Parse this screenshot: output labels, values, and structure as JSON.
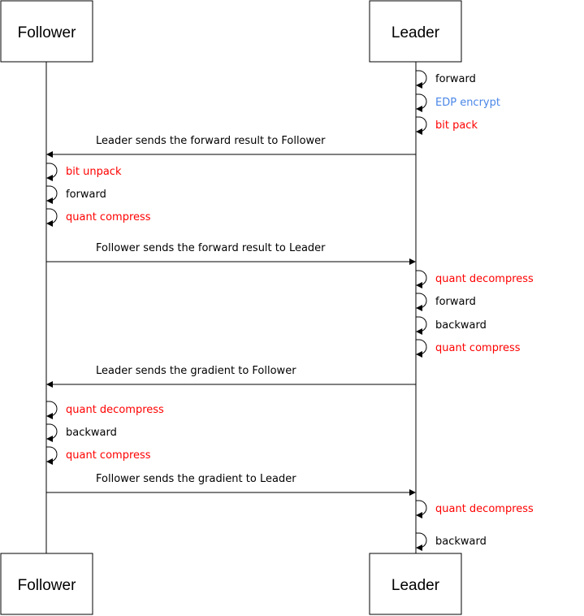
{
  "actors": {
    "follower": "Follower",
    "leader": "Leader"
  },
  "colors": {
    "black": "#000000",
    "red": "#ff0000",
    "blue": "#4a86e8"
  },
  "steps": [
    {
      "kind": "self",
      "actor": "leader",
      "label": "forward",
      "color": "black"
    },
    {
      "kind": "self",
      "actor": "leader",
      "label": "EDP encrypt",
      "color": "blue"
    },
    {
      "kind": "self",
      "actor": "leader",
      "label": "bit pack",
      "color": "red"
    },
    {
      "kind": "msg",
      "from": "leader",
      "to": "follower",
      "label": "Leader sends the forward result to Follower"
    },
    {
      "kind": "self",
      "actor": "follower",
      "label": "bit unpack",
      "color": "red"
    },
    {
      "kind": "self",
      "actor": "follower",
      "label": "forward",
      "color": "black"
    },
    {
      "kind": "self",
      "actor": "follower",
      "label": "quant compress",
      "color": "red"
    },
    {
      "kind": "msg",
      "from": "follower",
      "to": "leader",
      "label": "Follower sends the forward result to Leader"
    },
    {
      "kind": "self",
      "actor": "leader",
      "label": "quant decompress",
      "color": "red"
    },
    {
      "kind": "self",
      "actor": "leader",
      "label": "forward",
      "color": "black"
    },
    {
      "kind": "self",
      "actor": "leader",
      "label": "backward",
      "color": "black"
    },
    {
      "kind": "self",
      "actor": "leader",
      "label": "quant compress",
      "color": "red"
    },
    {
      "kind": "msg",
      "from": "leader",
      "to": "follower",
      "label": "Leader sends the gradient to Follower"
    },
    {
      "kind": "self",
      "actor": "follower",
      "label": "quant decompress",
      "color": "red"
    },
    {
      "kind": "self",
      "actor": "follower",
      "label": "backward",
      "color": "black"
    },
    {
      "kind": "self",
      "actor": "follower",
      "label": "quant compress",
      "color": "red"
    },
    {
      "kind": "msg",
      "from": "follower",
      "to": "leader",
      "label": "Follower sends the gradient to Leader"
    },
    {
      "kind": "self",
      "actor": "leader",
      "label": "quant decompress",
      "color": "red"
    },
    {
      "kind": "self",
      "actor": "leader",
      "label": "backward",
      "color": "black"
    }
  ]
}
